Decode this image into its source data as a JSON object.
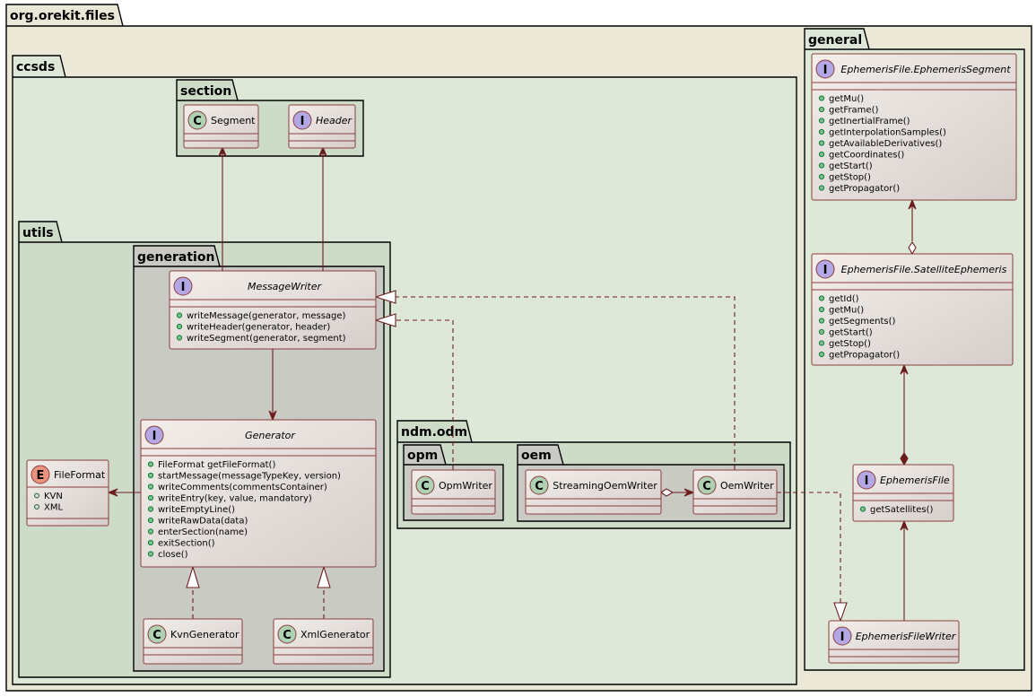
{
  "colors": {
    "outer_package": "#EBE8D7",
    "ccsds_package": "#DDE8D8",
    "inner_package": "#CDDBC9",
    "generation_package": "#C9CAC4",
    "class_fill": "#EAE2DE",
    "class_border": "#8A3E3E",
    "arrow": "#6B1D1D",
    "class_circle": "#ADD1B2",
    "interface_circle": "#B4A7E5",
    "enum_circle": "#EB937F"
  },
  "packages": {
    "root": "org.orekit.files",
    "ccsds": "ccsds",
    "section": "section",
    "utils": "utils",
    "generation": "generation",
    "ndm_odm": "ndm.odm",
    "opm": "opm",
    "oem": "oem",
    "general": "general"
  },
  "classes": {
    "segment": {
      "kind": "class",
      "glyph": "C",
      "name": "Segment"
    },
    "header": {
      "kind": "interface",
      "glyph": "I",
      "name": "Header"
    },
    "message_writer": {
      "kind": "interface",
      "glyph": "I",
      "name": "MessageWriter",
      "methods": [
        "writeMessage(generator, message)",
        "writeHeader(generator, header)",
        "writeSegment(generator, segment)"
      ]
    },
    "generator": {
      "kind": "interface",
      "glyph": "I",
      "name": "Generator",
      "methods": [
        "FileFormat getFileFormat()",
        "startMessage(messageTypeKey, version)",
        "writeComments(commentsContainer)",
        "writeEntry(key, value, mandatory)",
        "writeEmptyLine()",
        "writeRawData(data)",
        "enterSection(name)",
        "exitSection()",
        "close()"
      ]
    },
    "file_format": {
      "kind": "enum",
      "glyph": "E",
      "name": "FileFormat",
      "values": [
        "KVN",
        "XML"
      ]
    },
    "kvn_generator": {
      "kind": "class",
      "glyph": "C",
      "name": "KvnGenerator"
    },
    "xml_generator": {
      "kind": "class",
      "glyph": "C",
      "name": "XmlGenerator"
    },
    "opm_writer": {
      "kind": "class",
      "glyph": "C",
      "name": "OpmWriter"
    },
    "streaming_oem_writer": {
      "kind": "class",
      "glyph": "C",
      "name": "StreamingOemWriter"
    },
    "oem_writer": {
      "kind": "class",
      "glyph": "C",
      "name": "OemWriter"
    },
    "ephemeris_segment": {
      "kind": "interface",
      "glyph": "I",
      "name": "EphemerisFile.EphemerisSegment",
      "methods": [
        "getMu()",
        "getFrame()",
        "getInertialFrame()",
        "getInterpolationSamples()",
        "getAvailableDerivatives()",
        "getCoordinates()",
        "getStart()",
        "getStop()",
        "getPropagator()"
      ]
    },
    "satellite_ephemeris": {
      "kind": "interface",
      "glyph": "I",
      "name": "EphemerisFile.SatelliteEphemeris",
      "methods": [
        "getId()",
        "getMu()",
        "getSegments()",
        "getStart()",
        "getStop()",
        "getPropagator()"
      ]
    },
    "ephemeris_file": {
      "kind": "interface",
      "glyph": "I",
      "name": "EphemerisFile",
      "methods": [
        "getSatellites()"
      ]
    },
    "ephemeris_file_writer": {
      "kind": "interface",
      "glyph": "I",
      "name": "EphemerisFileWriter"
    }
  }
}
